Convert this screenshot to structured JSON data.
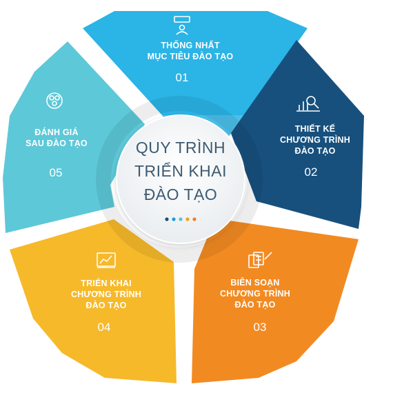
{
  "center": {
    "line1": "QUY TRÌNH",
    "line2": "TRIỂN KHAI",
    "line3": "ĐÀO TẠO",
    "dot_colors": [
      "#1e4f7a",
      "#1a9fd8",
      "#4fc6dc",
      "#f4a01c",
      "#f07f2a"
    ]
  },
  "segments": [
    {
      "title": [
        "THỐNG NHẤT",
        "MỤC TIÊU ĐÀO TẠO"
      ],
      "number": "01",
      "color": "#2bb4e6",
      "icon": "presenter-icon"
    },
    {
      "title": [
        "THIẾT KẾ",
        "CHƯƠNG TRÌNH",
        "ĐÀO TẠO"
      ],
      "number": "02",
      "color": "#17507d",
      "icon": "analytics-icon"
    },
    {
      "title": [
        "BIÊN SOẠN",
        "CHƯƠNG TRÌNH",
        "ĐÀO TẠO"
      ],
      "number": "03",
      "color": "#f28a22",
      "icon": "documents-icon"
    },
    {
      "title": [
        "TRIỂN KHAI",
        "CHƯƠNG TRÌNH",
        "ĐÀO TẠO"
      ],
      "number": "04",
      "color": "#f6b92a",
      "icon": "chart-board-icon"
    },
    {
      "title": [
        "ĐÁNH GIÁ",
        "SAU ĐÀO TẠO"
      ],
      "number": "05",
      "color": "#5dc8d8",
      "icon": "evaluation-icon"
    }
  ]
}
